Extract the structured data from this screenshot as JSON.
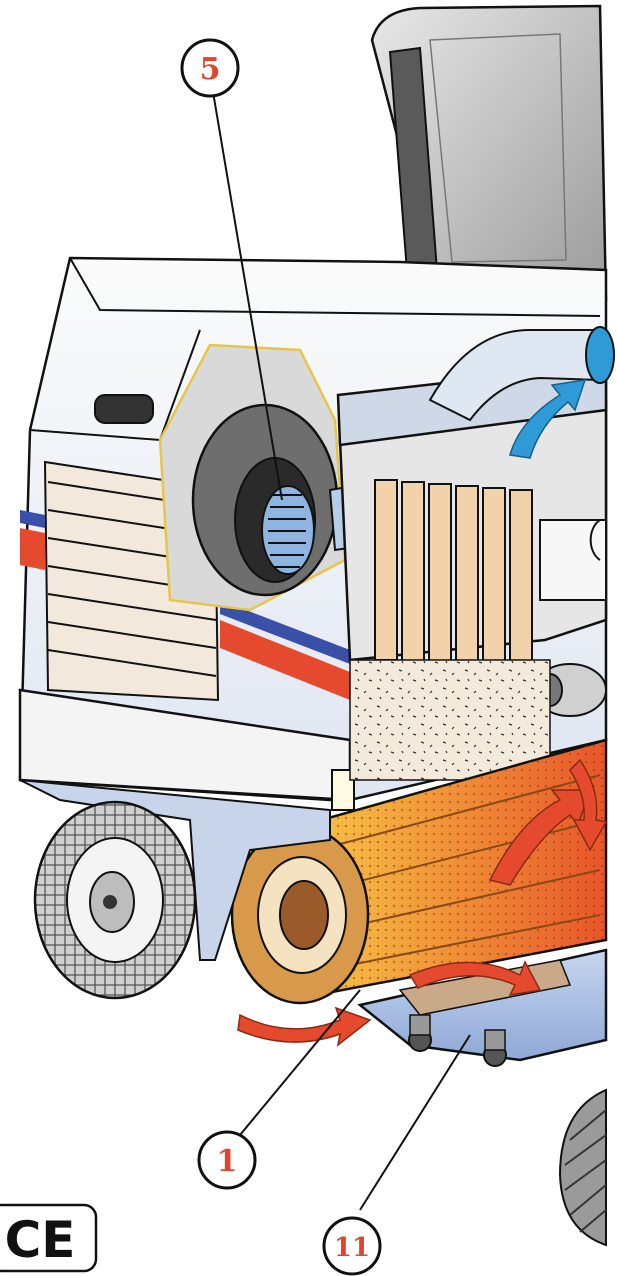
{
  "callouts": [
    {
      "id": "5",
      "label": "5"
    },
    {
      "id": "1",
      "label": "1"
    },
    {
      "id": "11",
      "label": "11"
    }
  ],
  "mark": {
    "text": "CE"
  },
  "colors": {
    "callout_number": "#e0452b",
    "outline": "#111111",
    "body_white": "#f7f7f7",
    "stripe_red": "#e64a2e",
    "stripe_blue": "#3a4fa8",
    "filter_fins": "#f2d2aa",
    "airflow_blue": "#2f9bd6",
    "brush_orange": "#f07a2a",
    "brush_yellow": "#f7d84a",
    "hopper_blue": "#a9bfe6",
    "tire_gray": "#bdbdbd"
  },
  "icons": [
    "airflow-arrow-icon",
    "rotation-arrow-icon"
  ]
}
